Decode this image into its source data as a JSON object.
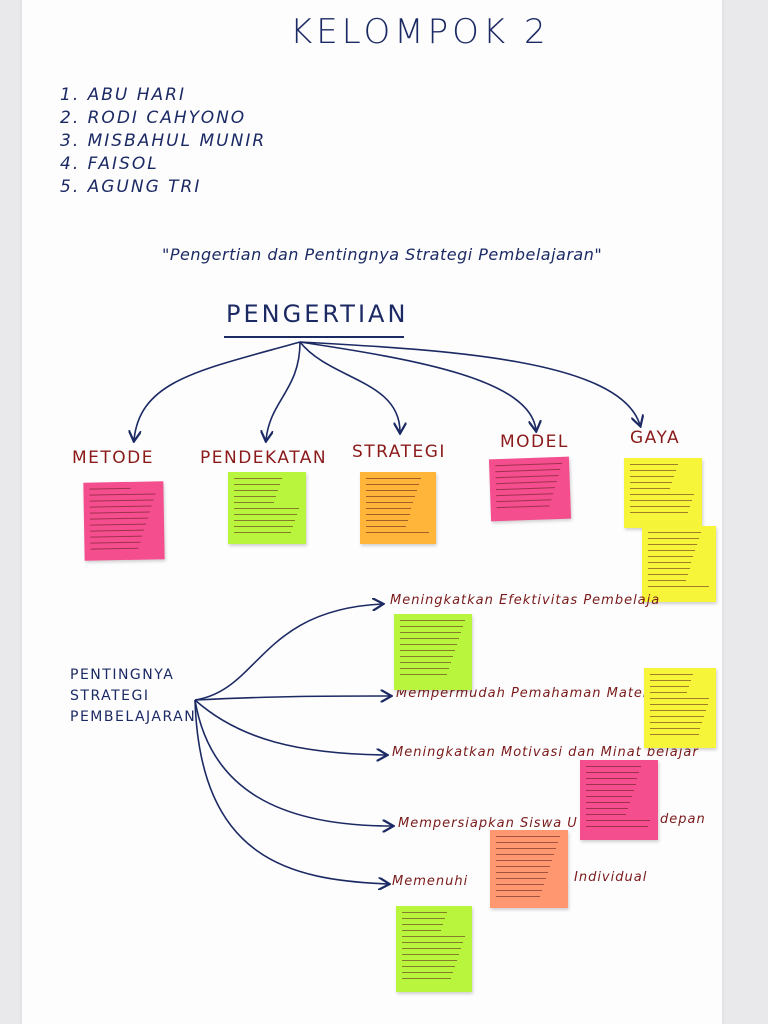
{
  "title": "KELOMPOK 2",
  "members": [
    "1. ABU HARI",
    "2. RODI CAHYONO",
    "3. MISBAHUL MUNIR",
    "4. FAISOL",
    "5. AGUNG TRI"
  ],
  "subtitle": "\"Pengertian dan Pentingnya Strategi Pembelajaran\"",
  "pengertian": {
    "heading": "PENGERTIAN",
    "categories": [
      "METODE",
      "PENDEKATAN",
      "STRATEGI",
      "MODEL",
      "GAYA"
    ]
  },
  "pentingnya": {
    "heading": "PENTINGNYA STRATEGI PEMBELAJARAN",
    "points": [
      "Meningkatkan Efektivitas Pembelaja",
      "Mempermudah Pemahaman Mater",
      "Meningkatkan Motivasi dan Minat belajar",
      "Mempersiapkan Siswa U",
      "depan",
      "Memenuhi",
      "Individual"
    ]
  },
  "note_colors": {
    "pink": "#f54e8e",
    "lime": "#b8f53c",
    "orange": "#ffb43a",
    "yellow": "#f7f53a",
    "salmon": "#ff9870"
  }
}
